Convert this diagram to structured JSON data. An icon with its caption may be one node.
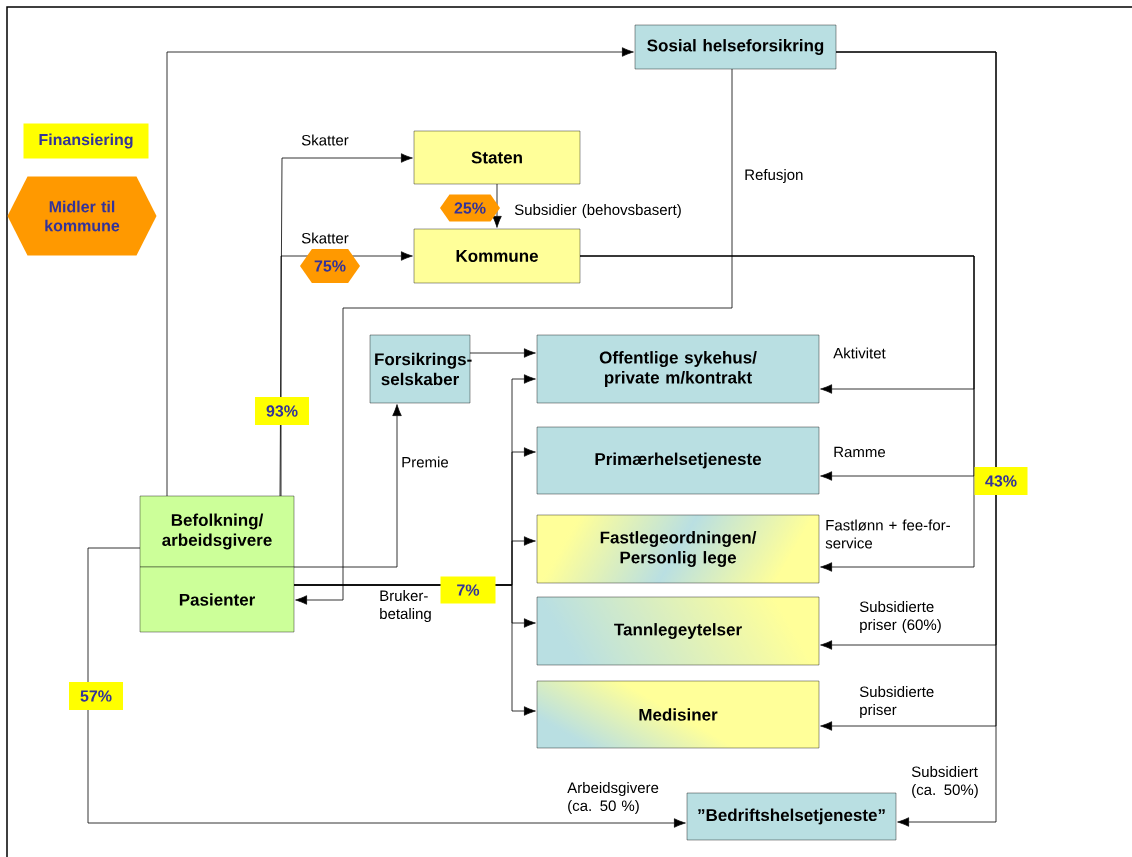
{
  "diagram": {
    "nodes": [
      {
        "text": [
          "Sosial helseforsikring"
        ]
      },
      {
        "text": [
          "Staten"
        ]
      },
      {
        "text": [
          "Kommune"
        ]
      },
      {
        "text": [
          "Forsikrings- selskaber"
        ]
      },
      {
        "text": [
          "Offentlige sykehus/ private m/kontrakt"
        ]
      },
      {
        "text": [
          "Primærhelsetjeneste"
        ]
      },
      {
        "text": [
          "Fastlegeordningen/ Personlig lege"
        ]
      },
      {
        "text": [
          "Tannlegeytelser"
        ]
      },
      {
        "text": [
          "Medisiner"
        ]
      },
      {
        "text": [
          "Befolkning/ arbeidsgivere"
        ]
      },
      {
        "text": [
          "Pasienter"
        ]
      },
      {
        "text": [
          "”Bedriftshelsetjeneste”"
        ]
      }
    ],
    "edges": [
      {
        "from": 9,
        "to": 0,
        "arrow": "to"
      },
      {
        "from": 9,
        "to": 1,
        "arrow": "to",
        "label": "Skatter"
      },
      {
        "from": 9,
        "to": 2,
        "arrow": "to",
        "label": "Skatter"
      },
      {
        "from": 1,
        "to": 2,
        "arrow": "to",
        "label": "Subsidier (behovsbasert)"
      },
      {
        "from": 0,
        "to": 10,
        "arrow": "to",
        "label": "Refusjon"
      },
      {
        "from": 9,
        "to": 3,
        "arrow": "to",
        "label": "Premie"
      },
      {
        "from": 3,
        "to": 4,
        "arrow": "to"
      },
      {
        "from": 10,
        "to": 4,
        "arrow": "to",
        "label": "Bruker- betaling"
      },
      {
        "from": 10,
        "to": 5,
        "arrow": "to"
      },
      {
        "from": 10,
        "to": 6,
        "arrow": "to"
      },
      {
        "from": 10,
        "to": 7,
        "arrow": "to"
      },
      {
        "from": 10,
        "to": 8,
        "arrow": "to"
      },
      {
        "from": 2,
        "to": 4,
        "arrow": "to",
        "label": "Aktivitet"
      },
      {
        "from": 2,
        "to": 5,
        "arrow": "to",
        "label": "Ramme"
      },
      {
        "from": 2,
        "to": 6,
        "arrow": "to",
        "label": "Fastlønn + fee-for-service"
      },
      {
        "from": 0,
        "to": 7,
        "arrow": "to",
        "label": "Subsidierte priser (60%)"
      },
      {
        "from": 0,
        "to": 8,
        "arrow": "to",
        "label": "Subsidierte priser"
      },
      {
        "from": 0,
        "to": 11,
        "arrow": "to",
        "label": "Subsidiert (ca. 50%)"
      },
      {
        "from": 9,
        "to": 11,
        "arrow": "to",
        "label": "Arbeidsgivere (ca. 50 %)"
      }
    ],
    "labels": [
      "25%",
      "75%",
      "93%",
      "43%",
      "7%",
      "57%"
    ],
    "legend": [
      {
        "text": "Finansiering",
        "color": "#ffff00"
      },
      {
        "text": "Midler til kommune",
        "color": "#ff9900"
      }
    ]
  }
}
